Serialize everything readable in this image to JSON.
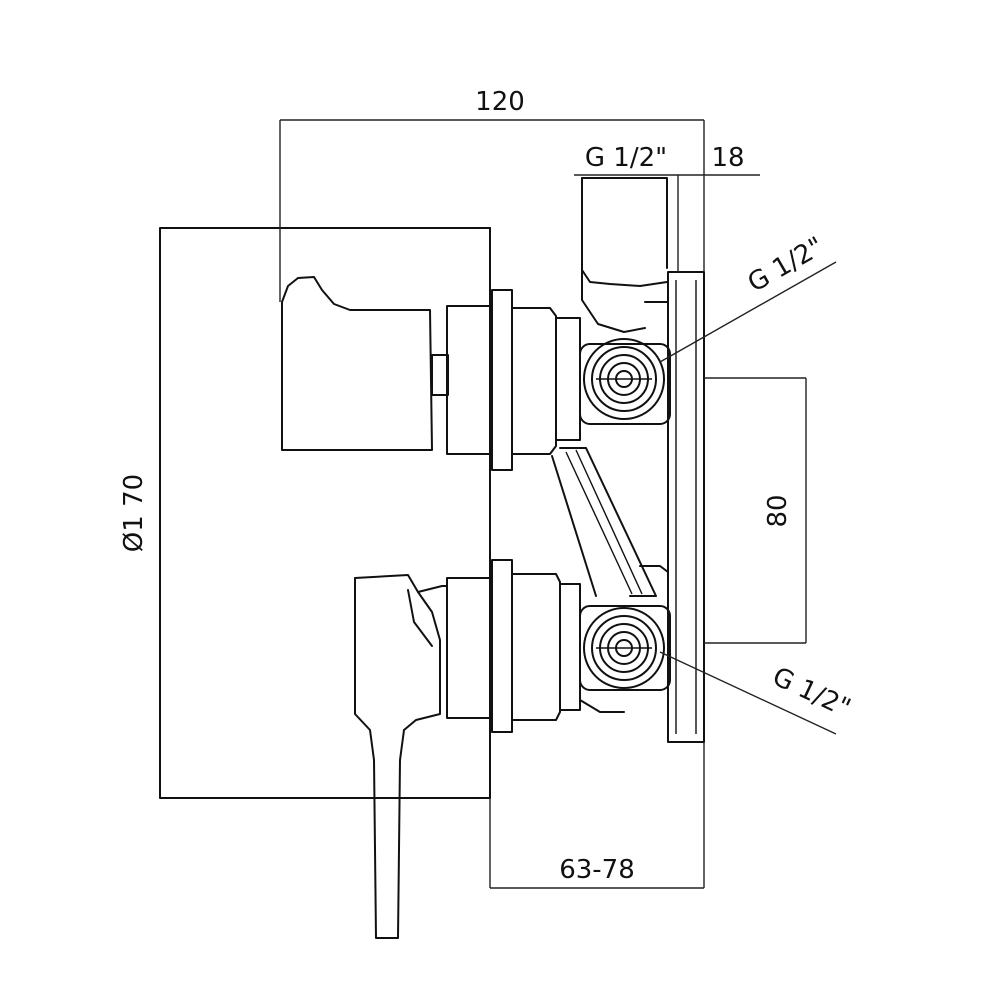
{
  "drawing": {
    "dimensions": {
      "total_depth": "120",
      "thread_top": "G 1/2\"",
      "plate_thickness": "18",
      "thread_upper_right": "G 1/2\"",
      "outlet_spacing": "80",
      "thread_lower_right": "G 1/2\"",
      "wall_depth_range": "63-78",
      "plate_diameter": "Ø1 70"
    }
  }
}
